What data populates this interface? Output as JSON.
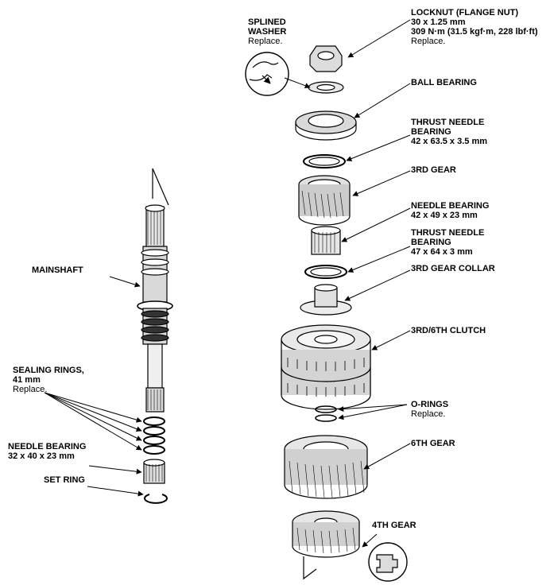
{
  "labels": {
    "splined_washer": {
      "title1": "SPLINED",
      "title2": "WASHER",
      "note": "Replace."
    },
    "locknut": {
      "title": "LOCKNUT (FLANGE NUT)",
      "spec1": "30 x 1.25 mm",
      "spec2": "309 N·m (31.5 kgf·m, 228 lbf·ft)",
      "note": "Replace."
    },
    "ball_bearing": {
      "title": "BALL BEARING"
    },
    "thrust_needle_1": {
      "title1": "THRUST NEEDLE",
      "title2": "BEARING",
      "spec": "42 x 63.5 x 3.5 mm"
    },
    "gear_3rd": {
      "title": "3RD GEAR"
    },
    "needle_bearing_top": {
      "title": "NEEDLE BEARING",
      "spec": "42 x 49 x 23 mm"
    },
    "thrust_needle_2": {
      "title1": "THRUST NEEDLE",
      "title2": "BEARING",
      "spec": "47 x 64 x 3 mm"
    },
    "gear_3rd_collar": {
      "title": "3RD GEAR COLLAR"
    },
    "mainshaft": {
      "title": "MAINSHAFT"
    },
    "clutch": {
      "title": "3RD/6TH CLUTCH"
    },
    "sealing_rings": {
      "title1": "SEALING RINGS,",
      "title2": "41 mm",
      "note": "Replace."
    },
    "o_rings": {
      "title": "O-RINGS",
      "note": "Replace."
    },
    "needle_bearing_bottom": {
      "title": "NEEDLE BEARING",
      "spec": "32 x 40 x 23 mm"
    },
    "gear_6th": {
      "title": "6TH GEAR"
    },
    "set_ring": {
      "title": "SET RING"
    },
    "gear_4th": {
      "title": "4TH GEAR"
    }
  }
}
